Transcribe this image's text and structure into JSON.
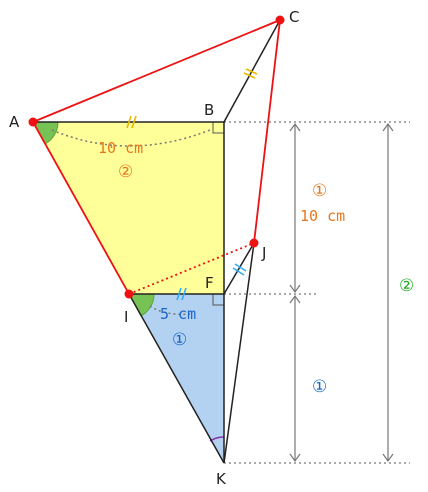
{
  "points": {
    "A": "A",
    "B": "B",
    "C": "C",
    "F": "F",
    "I": "I",
    "J": "J",
    "K": "K"
  },
  "labels": {
    "ab_length": "10 cm",
    "ab_ratio": "②",
    "if_length": "5 cm",
    "if_ratio": "①",
    "bf_ratio": "①",
    "bf_length": "10 cm",
    "fk_ratio": "①",
    "bk_ratio": "②"
  },
  "colors": {
    "yellow_fill": "#ffff99",
    "blue_fill": "#b3d1f0",
    "red_line": "#ee1111",
    "point_red": "#ee1111",
    "orange_text": "#e87722",
    "blue_text": "#1a66cc",
    "green_text": "#22aa22",
    "green_angle": "#77c255",
    "tick_yellow": "#e8b800",
    "tick_blue": "#33aaff",
    "dim_gray": "#777777"
  }
}
